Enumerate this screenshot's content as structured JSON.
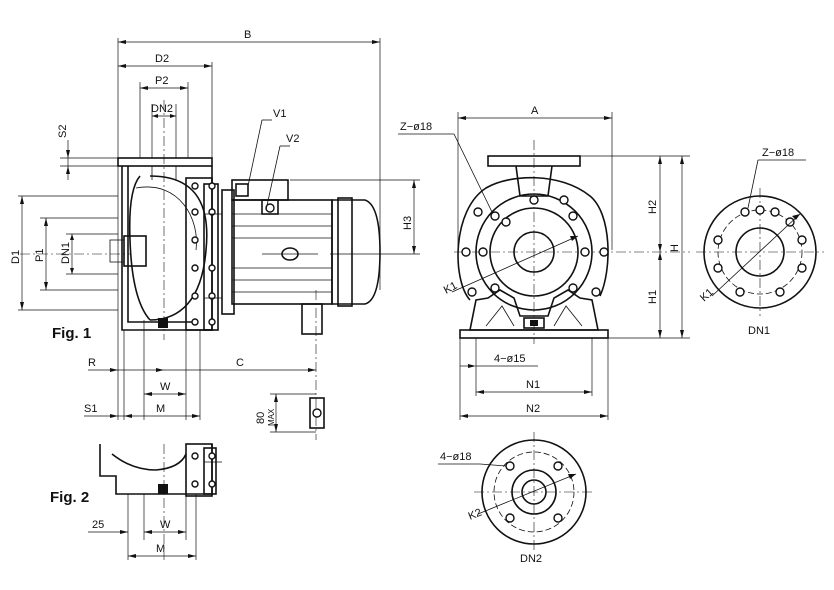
{
  "figures": {
    "fig1": "Fig. 1",
    "fig2": "Fig. 2"
  },
  "dimensions": {
    "B": "B",
    "D2": "D2",
    "P2": "P2",
    "DN2": "DN2",
    "S2": "S2",
    "V1": "V1",
    "V2": "V2",
    "H3": "H3",
    "D1": "D1",
    "P1": "P1",
    "DN1": "DN1",
    "R": "R",
    "C": "C",
    "W": "W",
    "S1": "S1",
    "M": "M",
    "80": "80",
    "MAX": "MAX",
    "W2": "W",
    "M2": "M",
    "25": "25",
    "A": "A",
    "Z_phi18": "Z−ø18",
    "K1": "K1",
    "H2": "H2",
    "H": "H",
    "H1": "H1",
    "hole4_phi15": "4−ø15",
    "N1": "N1",
    "N2": "N2",
    "flange_Z_phi18": "Z−ø18",
    "flange_K1": "K1",
    "flange_DN1": "DN1",
    "flange2_4_phi18": "4−ø18",
    "flange2_K2": "K2",
    "flange2_DN2": "DN2"
  }
}
